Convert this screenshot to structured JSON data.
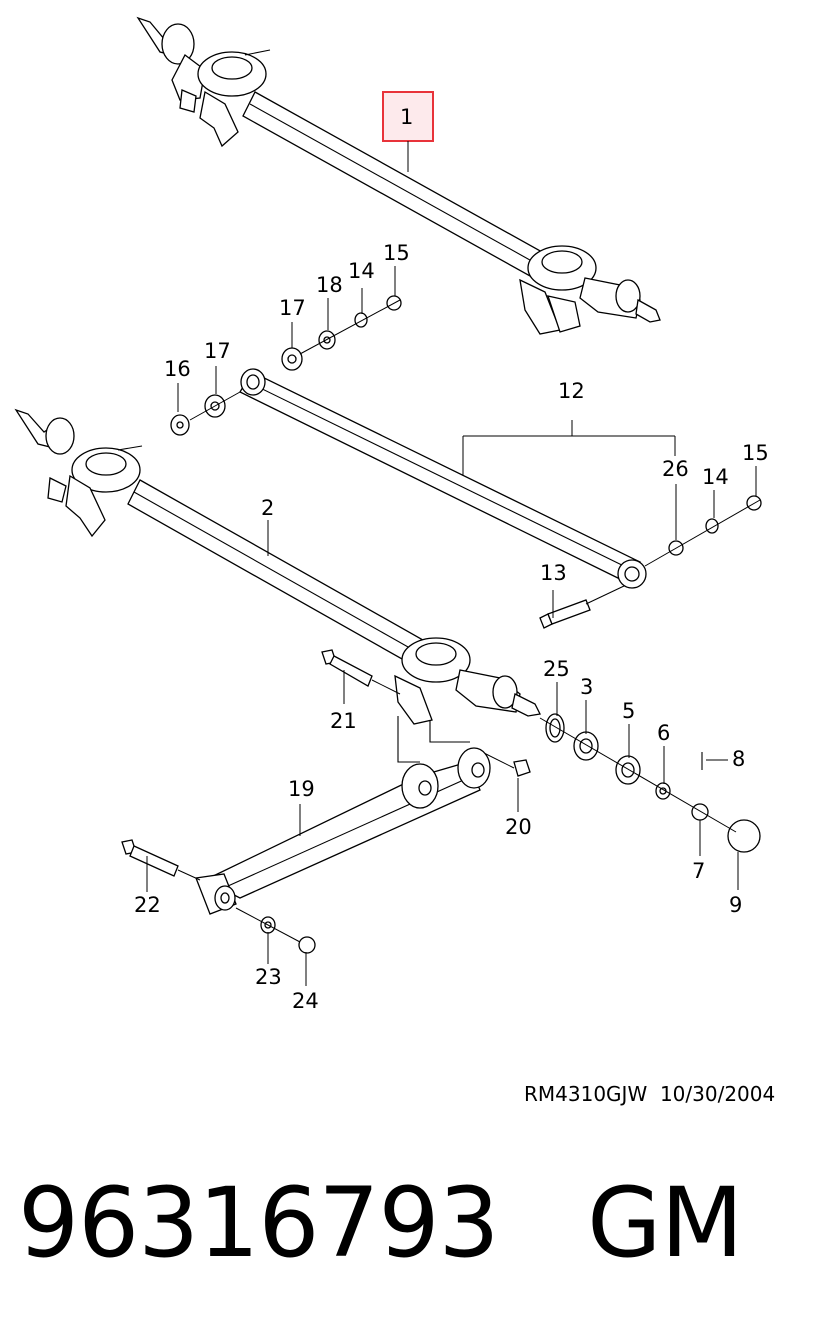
{
  "callouts": {
    "c1": "1",
    "c2": "2",
    "c3": "3",
    "c5": "5",
    "c6": "6",
    "c7": "7",
    "c8": "8",
    "c9": "9",
    "c12": "12",
    "c13": "13",
    "c14a": "14",
    "c14b": "14",
    "c15a": "15",
    "c15b": "15",
    "c16": "16",
    "c17a": "17",
    "c17b": "17",
    "c18": "18",
    "c19": "19",
    "c20": "20",
    "c21": "21",
    "c22": "22",
    "c23": "23",
    "c24": "24",
    "c25": "25",
    "c26": "26"
  },
  "highlight_color": "#e8333a",
  "drawing_ref": "RM4310GJW  10/30/2004",
  "part_number": "96316793",
  "brand": "GM"
}
